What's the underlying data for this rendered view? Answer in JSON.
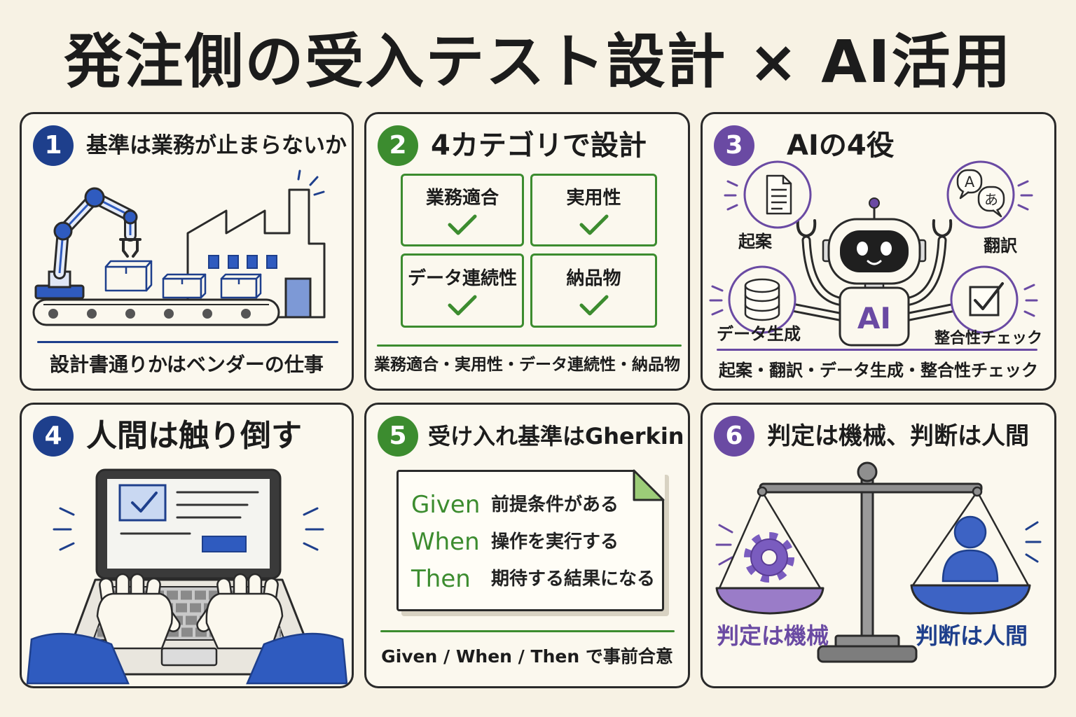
{
  "title": "発注側の受入テスト設計 × AI活用",
  "colors": {
    "background": "#f7f2e4",
    "blue": "#1e3f8c",
    "green": "#3c8c2f",
    "purple": "#6a4aa3"
  },
  "panels": [
    {
      "number": "1",
      "title": "基準は業務が止まらないか",
      "footer": "設計書通りかはベンダーの仕事",
      "icons": [
        "robot-arm-icon",
        "factory-icon",
        "conveyor-belt-icon",
        "package-box-icon"
      ]
    },
    {
      "number": "2",
      "title": "4カテゴリで設計",
      "categories": [
        "業務適合",
        "実用性",
        "データ連続性",
        "納品物"
      ],
      "footer": "業務適合・実用性・データ連続性・納品物",
      "icons": [
        "check-icon"
      ]
    },
    {
      "number": "3",
      "title": "AIの4役",
      "robot_label": "AI",
      "roles": [
        {
          "label": "起案",
          "icon": "document-icon"
        },
        {
          "label": "翻訳",
          "icon": "translate-icon",
          "glyphs": [
            "A",
            "あ"
          ]
        },
        {
          "label": "データ生成",
          "icon": "database-icon"
        },
        {
          "label": "整合性チェック",
          "icon": "checkbox-icon"
        }
      ],
      "footer": "起案・翻訳・データ生成・整合性チェック",
      "icons": [
        "robot-icon"
      ]
    },
    {
      "number": "4",
      "title": "人間は触り倒す",
      "icons": [
        "laptop-icon",
        "hands-icon",
        "checkbox-icon"
      ]
    },
    {
      "number": "5",
      "title": "受け入れ基準はGherkin",
      "steps": [
        {
          "keyword": "Given",
          "text": "前提条件がある"
        },
        {
          "keyword": "When",
          "text": "操作を実行する"
        },
        {
          "keyword": "Then",
          "text": "期待する結果になる"
        }
      ],
      "footer": "Given / When / Then で事前合意",
      "icons": [
        "note-card-icon"
      ]
    },
    {
      "number": "6",
      "title": "判定は機械、判断は人間",
      "left_label": "判定は機械",
      "right_label": "判断は人間",
      "icons": [
        "balance-scale-icon",
        "gear-icon",
        "person-icon"
      ]
    }
  ]
}
